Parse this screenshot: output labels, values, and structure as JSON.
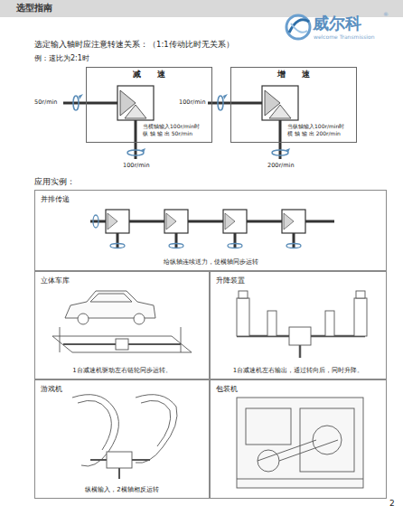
{
  "diagram": {
    "title": "选型指南",
    "nodes": [
      {
        "text": [
          "减　　速"
        ]
      },
      {
        "text": [
          "增　　速"
        ]
      },
      {
        "text": [
          "并排传递",
          "给纵轴连续送力，使横轴同步运转"
        ]
      },
      {
        "text": [
          "立体车库",
          "1台减速机驱动左右链轮同步运转。"
        ]
      },
      {
        "text": [
          "升降装置",
          "1台减速机左右输出，通过转向后，同时升降。"
        ]
      },
      {
        "text": [
          "游戏机",
          "纵横输入，2横轴相反运转"
        ]
      },
      {
        "text": [
          "包装机"
        ]
      }
    ],
    "labels": [
      "威尔科",
      "welcome Transmission",
      "®",
      "选定输入轴时应注意转速关系：（1:1传动比时无关系）",
      "例：速比为2:1时",
      "50r/min",
      "当横轴输入100r/min时 纵 轴 输 出 50r/min",
      "100r/min",
      "100r/min",
      "当纵轴输入100r/min时 横 轴 输 出 200r/min",
      "200r/min",
      "应用实例：",
      "2"
    ]
  }
}
